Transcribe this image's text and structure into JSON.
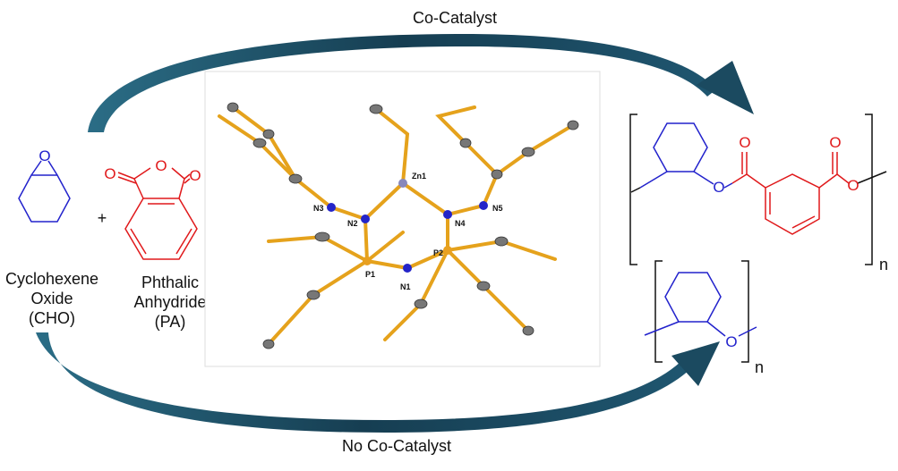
{
  "arrows": {
    "top_label": "Co-Catalyst",
    "bottom_label": "No Co-Catalyst",
    "color": "#1b4a60"
  },
  "reactants": {
    "cho": {
      "atom_o": "O",
      "lines": [
        "Cyclohexene",
        "Oxide",
        "(CHO)"
      ],
      "color": "#2222cc"
    },
    "plus": "+",
    "pa": {
      "atom_o": [
        "O",
        "O",
        "O"
      ],
      "lines": [
        "Phthalic",
        "Anhydride",
        "(PA)"
      ],
      "color": "#e0191b"
    }
  },
  "crystal_structure": {
    "atom_labels": [
      "Zn1",
      "N3",
      "N2",
      "N4",
      "N5",
      "P1",
      "P2",
      "N1"
    ]
  },
  "products": {
    "polyester": {
      "atoms_o": [
        "O",
        "O",
        "O",
        "O"
      ],
      "repeat": "n"
    },
    "polyether": {
      "atom_o": "O",
      "repeat": "n"
    }
  }
}
